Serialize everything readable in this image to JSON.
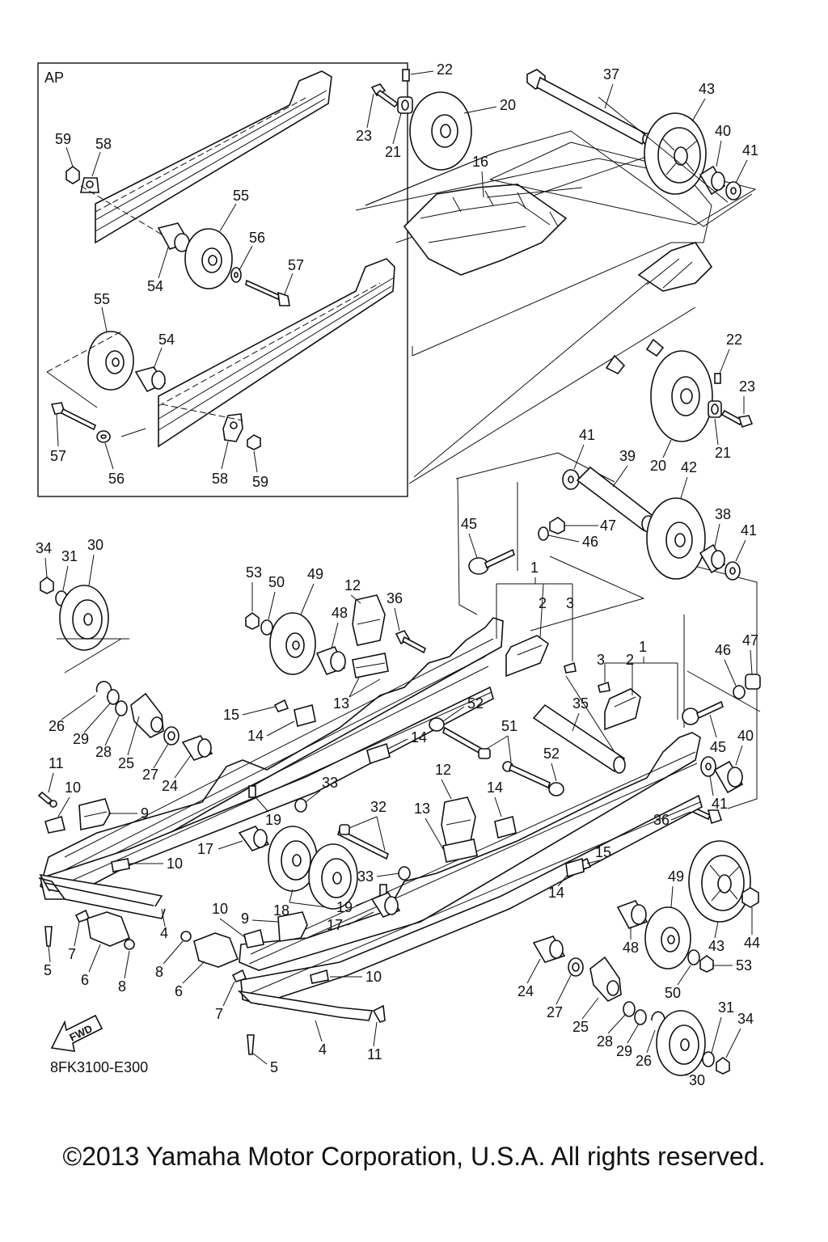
{
  "inset": {
    "tag": "AP"
  },
  "drawing_code": "8FK3100-E300",
  "fwd_label": "FWD",
  "copyright": "©2013 Yamaha Motor Corporation, U.S.A. All rights reserved.",
  "labels": {
    "ap59a": "59",
    "ap58a": "58",
    "ap55a": "55",
    "ap56a": "56",
    "ap57a": "57",
    "ap54a": "54",
    "ap55b": "55",
    "ap54b": "54",
    "ap57b": "57",
    "ap56b": "56",
    "ap58b": "58",
    "ap59b": "59",
    "p22a": "22",
    "p23a": "23",
    "p21a": "21",
    "p20a": "20",
    "p16": "16",
    "p37": "37",
    "p43a": "43",
    "p40a": "40",
    "p41a": "41",
    "p22b": "22",
    "p23b": "23",
    "p21b": "21",
    "p20b": "20",
    "p41b": "41",
    "p39": "39",
    "p42": "42",
    "p38": "38",
    "p41c": "41",
    "p45a": "45",
    "p47a": "47",
    "p46a": "46",
    "p1a": "1",
    "p2a": "2",
    "p3a": "3",
    "p1b": "1",
    "p3b": "3",
    "p2b": "2",
    "p46b": "46",
    "p47b": "47",
    "p45b": "45",
    "p40b": "40",
    "p41d": "41",
    "p36b": "36",
    "p34a": "34",
    "p31a": "31",
    "p30a": "30",
    "p53a": "53",
    "p50a": "50",
    "p49a": "49",
    "p12a": "12",
    "p48a": "48",
    "p36a": "36",
    "p13a": "13",
    "p15a": "15",
    "p14a": "14",
    "p14b": "14",
    "p26a": "26",
    "p29a": "29",
    "p28a": "28",
    "p25a": "25",
    "p27a": "27",
    "p24a": "24",
    "p52a": "52",
    "p35": "35",
    "p51": "51",
    "p52b": "52",
    "p11a": "11",
    "p10a": "10",
    "p9a": "9",
    "p10b": "10",
    "p33a": "33",
    "p19a": "19",
    "p32": "32",
    "p17a": "17",
    "p18": "18",
    "p12b": "12",
    "p14c": "14",
    "p13b": "13",
    "p33b": "33",
    "p19b": "19",
    "p17b": "17",
    "p15b": "15",
    "p14d": "14",
    "p4a": "4",
    "p5a": "5",
    "p7a": "7",
    "p6a": "6",
    "p8a": "8",
    "p10c": "10",
    "p9b": "9",
    "p8b": "8",
    "p6b": "6",
    "p7b": "7",
    "p10d": "10",
    "p49b": "49",
    "p43b": "43",
    "p44": "44",
    "p48b": "48",
    "p53b": "53",
    "p24b": "24",
    "p27b": "27",
    "p50b": "50",
    "p25b": "25",
    "p28b": "28",
    "p29b": "29",
    "p26b": "26",
    "p31b": "31",
    "p34b": "34",
    "p30b": "30",
    "p5b": "5",
    "p4b": "4",
    "p11b": "11"
  }
}
